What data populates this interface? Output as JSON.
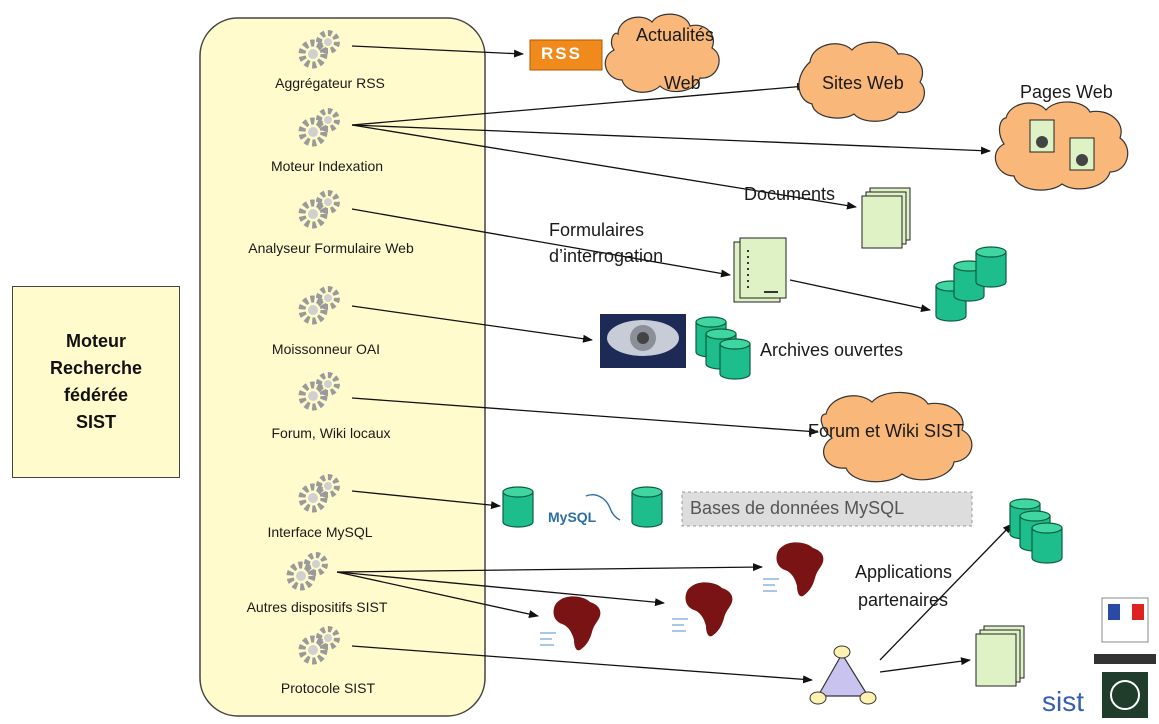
{
  "main_box": {
    "lines": [
      "Moteur",
      "Recherche",
      "fédérée",
      "SIST"
    ]
  },
  "modules": [
    {
      "label": "Aggrégateur RSS"
    },
    {
      "label": "Moteur Indexation"
    },
    {
      "label": "Analyseur Formulaire Web"
    },
    {
      "label": "Moissonneur OAI"
    },
    {
      "label": "Forum, Wiki locaux"
    },
    {
      "label": "Interface MySQL"
    },
    {
      "label": "Autres dispositifs SIST"
    },
    {
      "label": "Protocole SIST"
    }
  ],
  "targets": {
    "rss_badge": "RSS",
    "actualites": "Actualités",
    "actualites_web": "Web",
    "sites_web": "Sites Web",
    "pages_web": "Pages Web",
    "documents": "Documents",
    "formulaires_1": "Formulaires",
    "formulaires_2": "d’interrogation",
    "archives": "Archives ouvertes",
    "forum_wiki": "Forum et Wiki SIST",
    "mysql_logo": "MySQL",
    "bases": "Bases de données MySQL",
    "applications_1": "Applications",
    "applications_2": "partenaires",
    "sist_logo": "sist"
  },
  "colors": {
    "module_panel": "#fffbcc",
    "cloud": "#f9b879",
    "rss": "#f08a1c",
    "database": "#1ebe8c",
    "document": "#dff2c6",
    "africa": "#7a1414",
    "triangle": "#c9c3f0"
  },
  "icons": [
    "gear-icon",
    "cloud-icon",
    "database-icon",
    "document-icon",
    "africa-map-icon",
    "eye-logo-icon",
    "triangle-node-icon",
    "logo-icon"
  ]
}
